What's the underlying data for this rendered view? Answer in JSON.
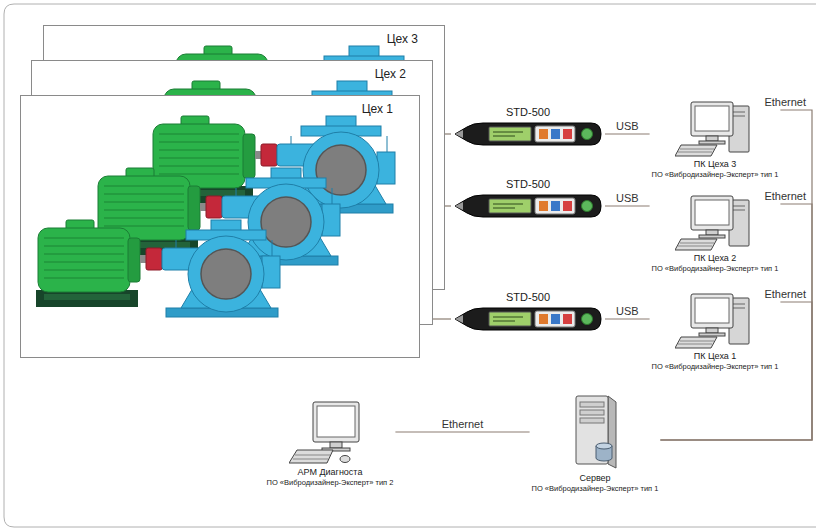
{
  "diagram": {
    "nodes": [
      {
        "text": [
          "Цех 3"
        ]
      },
      {
        "text": [
          "Цех 2"
        ]
      },
      {
        "text": [
          "Цех 1"
        ]
      },
      {
        "text": [
          "STD-500"
        ]
      },
      {
        "text": [
          "ПК Цеха 3",
          "ПО «Вибродизайнер-Эксперт» тип 1"
        ]
      },
      {
        "text": [
          "STD-500"
        ]
      },
      {
        "text": [
          "ПК Цеха 2",
          "ПО «Вибродизайнер-Эксперт» тип 1"
        ]
      },
      {
        "text": [
          "STD-500"
        ]
      },
      {
        "text": [
          "ПК Цеха 1",
          "ПО «Вибродизайнер-Эксперт» тип 1"
        ]
      },
      {
        "text": [
          "АРМ Диагноста",
          "ПО «Вибродизайнер-Эксперт» тип 2"
        ]
      },
      {
        "text": [
          "Сервер",
          "ПО «Вибродизайнер-Эксперт» тип 1"
        ]
      }
    ],
    "edges": [
      {
        "from": 0,
        "to": 3,
        "arrow": "none"
      },
      {
        "from": 3,
        "to": 4,
        "label": "USB",
        "arrow": "none"
      },
      {
        "from": 1,
        "to": 5,
        "arrow": "none"
      },
      {
        "from": 5,
        "to": 6,
        "label": "USB",
        "arrow": "none"
      },
      {
        "from": 2,
        "to": 7,
        "arrow": "none"
      },
      {
        "from": 7,
        "to": 8,
        "label": "USB",
        "arrow": "none"
      },
      {
        "from": 4,
        "to": 10,
        "label": "Ethernet",
        "arrow": "none"
      },
      {
        "from": 6,
        "to": 10,
        "label": "Ethernet",
        "arrow": "none"
      },
      {
        "from": 8,
        "to": 10,
        "label": "Ethernet",
        "arrow": "none"
      },
      {
        "from": 9,
        "to": 10,
        "label": "Ethernet",
        "arrow": "none"
      }
    ]
  }
}
